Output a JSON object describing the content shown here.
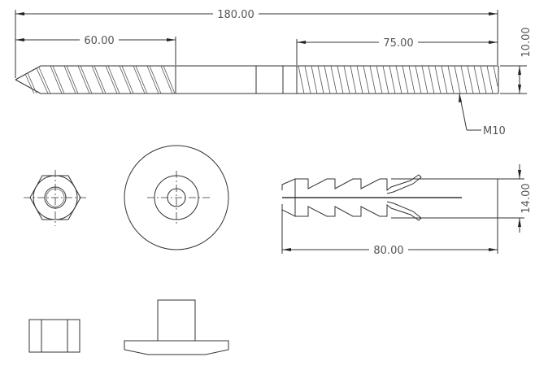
{
  "drawing": {
    "title": "Screw, nut, washer and wall plug technical drawing",
    "line_color": "#333333",
    "text_color": "#555555",
    "background": "#ffffff"
  },
  "screw": {
    "dim_total_length": "180.00",
    "dim_tip_thread_length": "60.00",
    "dim_end_thread_length": "75.00",
    "dim_diameter": "10.00",
    "thread_label": "M10"
  },
  "hex_nut": {
    "front_view": "hexagon with bore and centerlines",
    "side_view": "hex nut side elevation"
  },
  "washer": {
    "front_view": "concentric circles with centerlines",
    "side_view": "flanged washer profile"
  },
  "wall_plug": {
    "dim_length": "80.00",
    "dim_diameter": "14.00"
  }
}
